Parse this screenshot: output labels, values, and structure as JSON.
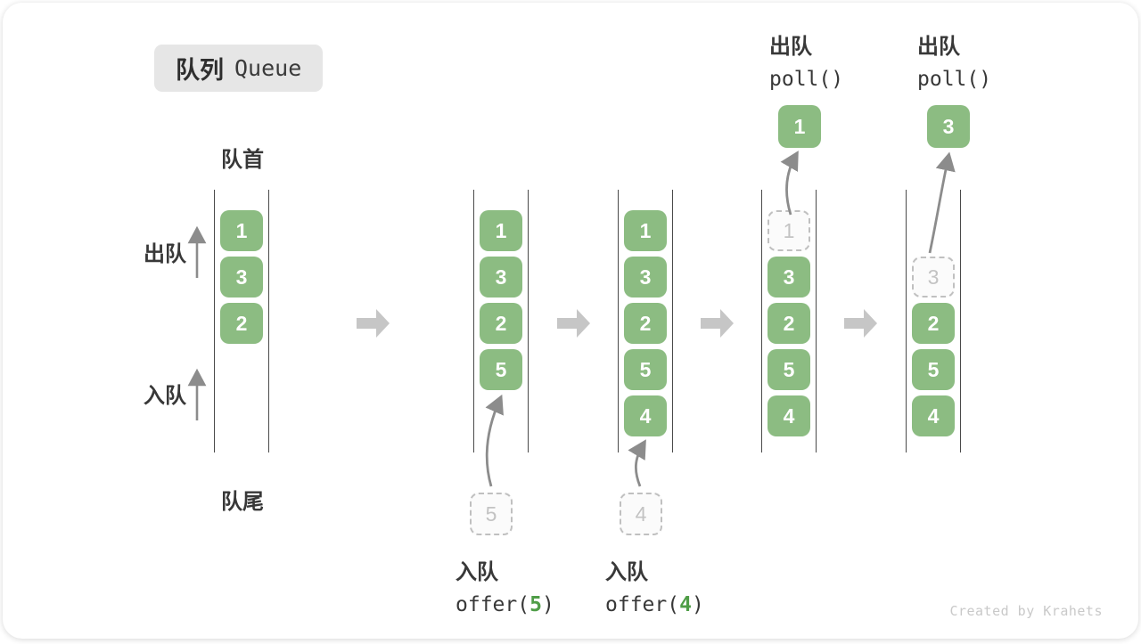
{
  "badge": {
    "zh": "队列",
    "en": "Queue"
  },
  "side_labels": {
    "front": "队首",
    "rear": "队尾",
    "dequeue": "出队",
    "enqueue": "入队"
  },
  "ops": {
    "offer5": {
      "title": "入队",
      "fn": "offer(",
      "arg": "5",
      "close": ")"
    },
    "offer4": {
      "title": "入队",
      "fn": "offer(",
      "arg": "4",
      "close": ")"
    },
    "poll1": {
      "title": "出队",
      "code": "poll()",
      "result": "1"
    },
    "poll2": {
      "title": "出队",
      "code": "poll()",
      "result": "3"
    }
  },
  "states": [
    {
      "cells": [
        "1",
        "3",
        "2"
      ]
    },
    {
      "cells": [
        "1",
        "3",
        "2",
        "5"
      ],
      "incoming": "5"
    },
    {
      "cells": [
        "1",
        "3",
        "2",
        "5",
        "4"
      ],
      "incoming": "4"
    },
    {
      "removed": "1",
      "cells": [
        "3",
        "2",
        "5",
        "4"
      ]
    },
    {
      "removed": "3",
      "cells": [
        "2",
        "5",
        "4"
      ]
    }
  ],
  "colors": {
    "cell_green": "#8cbc82",
    "arg_green": "#4f9d47",
    "block_arrow_gray": "#c6c6c6",
    "thin_arrow_gray": "#8c8c8c",
    "badge_bg": "#e6e6e6"
  },
  "watermark": "Created by Krahets"
}
